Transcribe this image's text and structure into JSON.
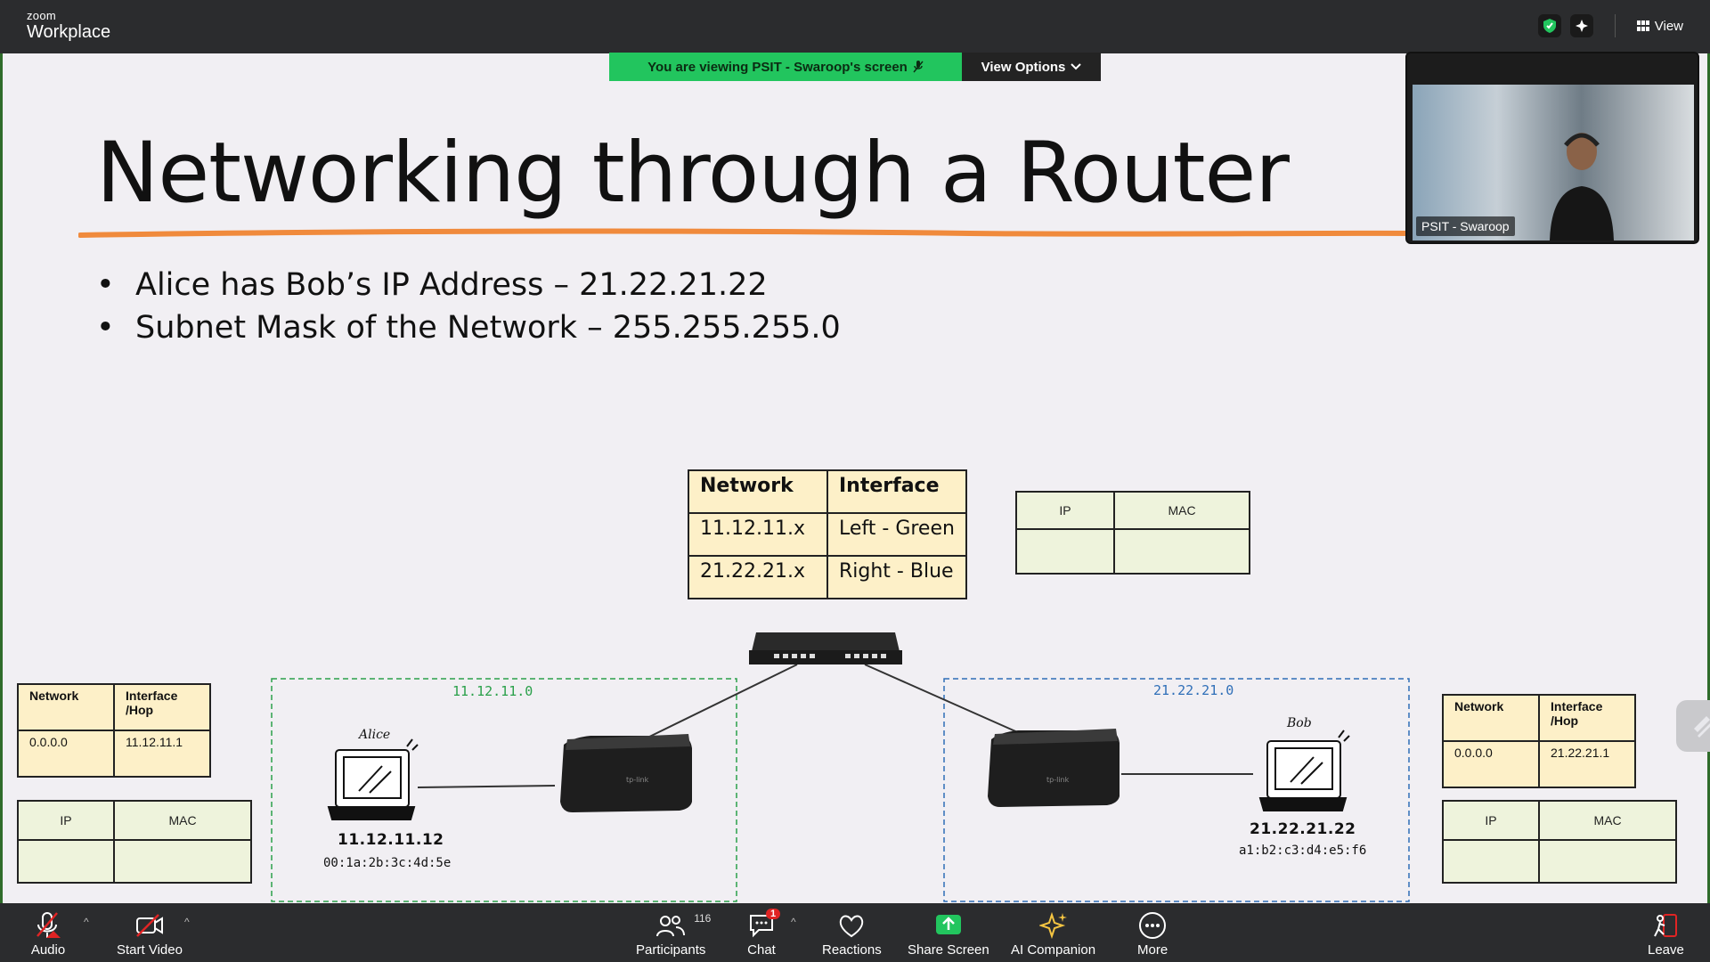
{
  "app": {
    "brand_small": "zoom",
    "brand_big": "Workplace",
    "view_label": "View"
  },
  "banner": {
    "viewing": "You are viewing  PSIT - Swaroop's screen",
    "view_options": "View Options"
  },
  "slide": {
    "title": "Networking through a Router",
    "bullets": [
      "Alice has Bob’s IP Address – 21.22.21.22",
      "Subnet Mask of the Network – 255.255.255.0"
    ],
    "router_table": {
      "headers": [
        "Network",
        "Interface"
      ],
      "rows": [
        [
          "11.12.11.x",
          "Left - Green"
        ],
        [
          "21.22.21.x",
          "Right - Blue"
        ]
      ]
    },
    "router_arp": {
      "headers": [
        "IP",
        "MAC"
      ]
    },
    "left_table": {
      "headers": [
        "Network",
        "Interface\n/Hop"
      ],
      "row": [
        "0.0.0.0",
        "11.12.11.1"
      ]
    },
    "left_arp": {
      "headers": [
        "IP",
        "MAC"
      ]
    },
    "right_table": {
      "headers": [
        "Network",
        "Interface\n/Hop"
      ],
      "row": [
        "0.0.0.0",
        "21.22.21.1"
      ]
    },
    "right_arp": {
      "headers": [
        "IP",
        "MAC"
      ]
    },
    "left_net": "11.12.11.0",
    "right_net": "21.22.21.0",
    "alice": {
      "name": "Alice",
      "ip": "11.12.11.12",
      "mac": "00:1a:2b:3c:4d:5e"
    },
    "bob": {
      "name": "Bob",
      "ip": "21.22.21.22",
      "mac": "a1:b2:c3:d4:e5:f6"
    },
    "colors": {
      "green_net": "#2aa04a",
      "blue_net": "#2f6fb8",
      "underline": "#f08a3c",
      "table_fill": "#fdf0c8",
      "arp_fill": "#eef3dc"
    }
  },
  "participant": {
    "name": "PSIT - Swaroop"
  },
  "toolbar": {
    "audio": "Audio",
    "video": "Start Video",
    "participants": "Participants",
    "participants_count": "116",
    "chat": "Chat",
    "chat_badge": "1",
    "reactions": "Reactions",
    "share": "Share Screen",
    "ai": "AI Companion",
    "more": "More",
    "leave": "Leave"
  }
}
